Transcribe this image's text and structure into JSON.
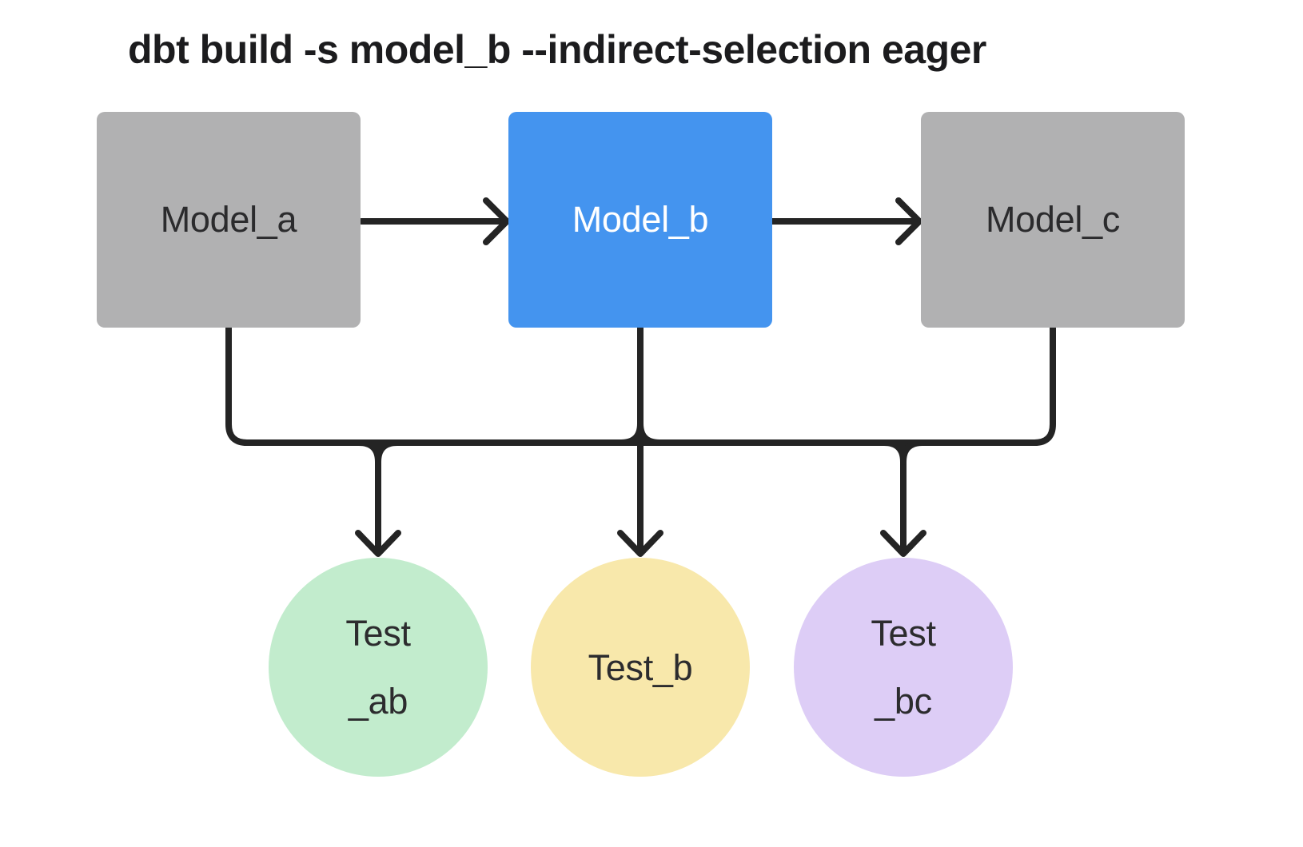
{
  "title": "dbt build -s model_b --indirect-selection eager",
  "diagram": {
    "type": "dag",
    "line_color": "#242424",
    "models": [
      {
        "id": "model_a",
        "label": "Model_a",
        "color": "#b1b1b2",
        "text_color": "#2b2b2d",
        "selected": false
      },
      {
        "id": "model_b",
        "label": "Model_b",
        "color": "#4494ef",
        "text_color": "#ffffff",
        "selected": true
      },
      {
        "id": "model_c",
        "label": "Model_c",
        "color": "#b1b1b2",
        "text_color": "#2b2b2d",
        "selected": false
      }
    ],
    "tests": [
      {
        "id": "test_ab",
        "label_line1": "Test",
        "label_line2": "_ab",
        "color": "#c2eccd"
      },
      {
        "id": "test_b",
        "label_line1": "Test_b",
        "label_line2": "",
        "color": "#f8e8ab"
      },
      {
        "id": "test_bc",
        "label_line1": "Test",
        "label_line2": "_bc",
        "color": "#ddcdf6"
      }
    ],
    "edges": [
      "model_a -> model_b",
      "model_b -> model_c",
      "model_a -> test_ab",
      "model_b -> test_ab",
      "model_b -> test_b",
      "model_b -> test_bc",
      "model_c -> test_bc"
    ]
  }
}
